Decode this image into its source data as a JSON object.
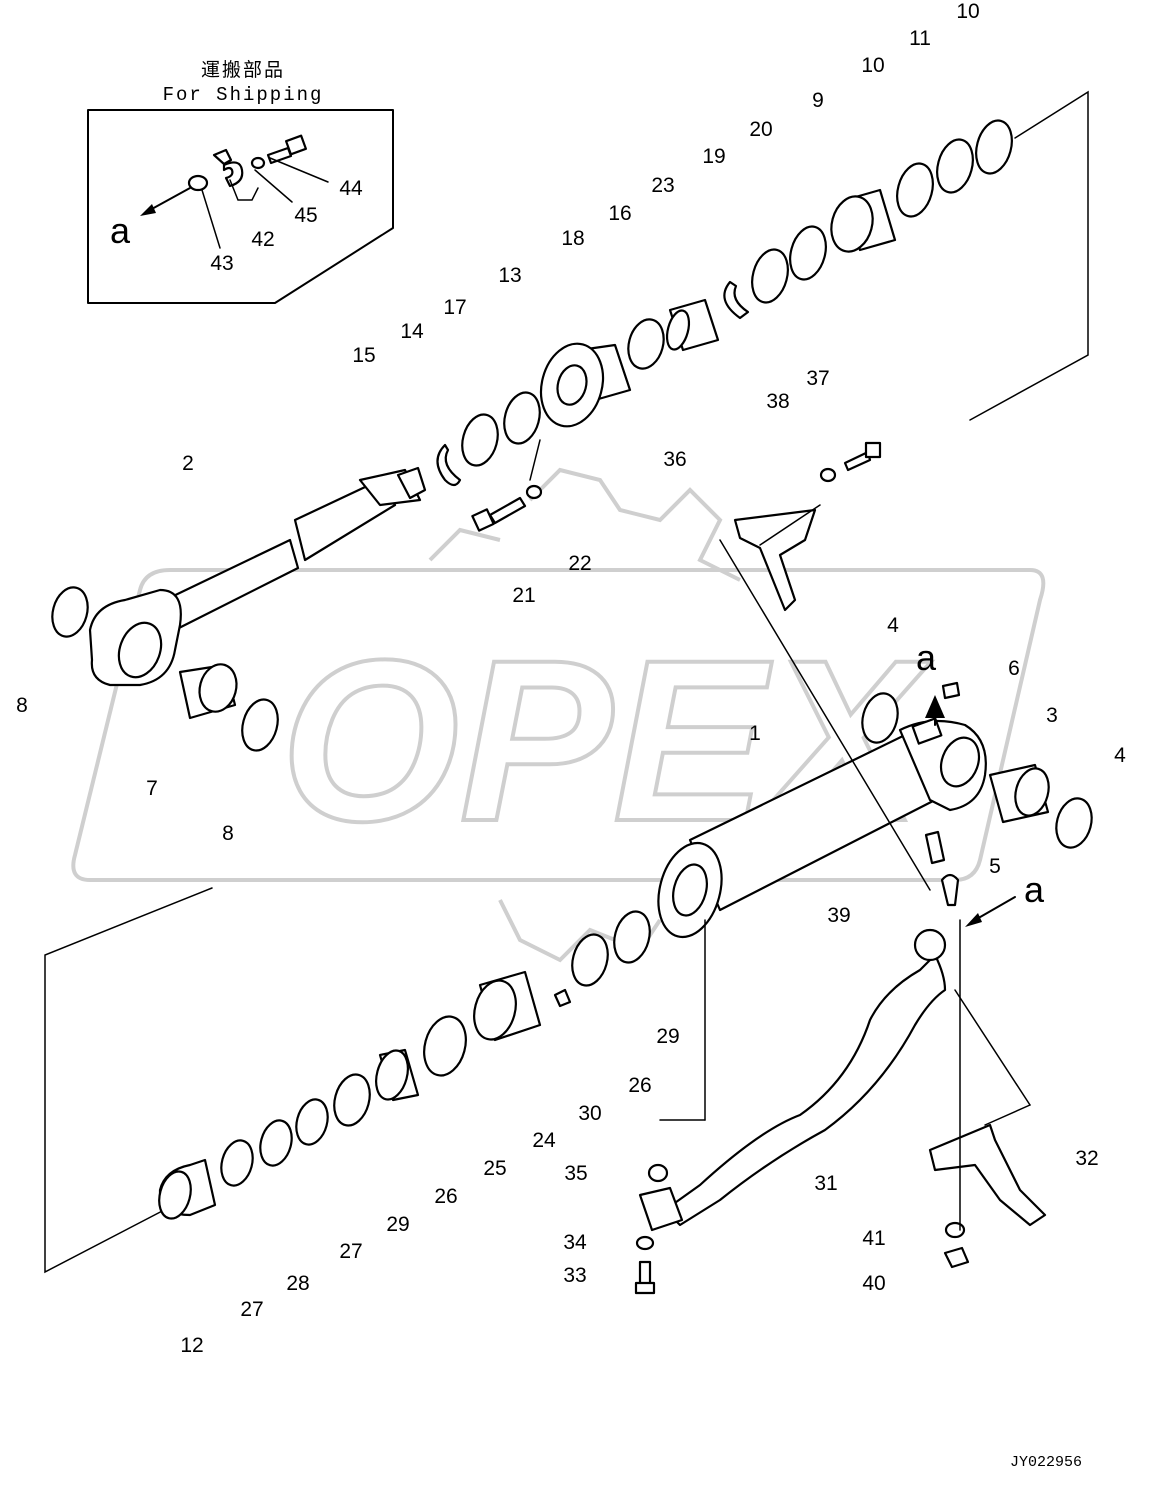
{
  "shipping_box": {
    "title_jp": "運搬部品",
    "title_en": "For Shipping"
  },
  "watermark": {
    "text": "OPEX",
    "color": "#cfcfcf"
  },
  "drawing_code": "JY022956",
  "view_markers": [
    "a",
    "a",
    "a"
  ],
  "part_labels": [
    "1",
    "2",
    "3",
    "4",
    "4",
    "5",
    "6",
    "7",
    "8",
    "8",
    "9",
    "10",
    "10",
    "11",
    "12",
    "13",
    "14",
    "15",
    "16",
    "17",
    "18",
    "19",
    "20",
    "21",
    "22",
    "23",
    "24",
    "25",
    "26",
    "26",
    "27",
    "27",
    "28",
    "29",
    "29",
    "30",
    "31",
    "32",
    "33",
    "34",
    "35",
    "36",
    "37",
    "38",
    "39",
    "40",
    "41",
    "42",
    "43",
    "44",
    "45"
  ]
}
